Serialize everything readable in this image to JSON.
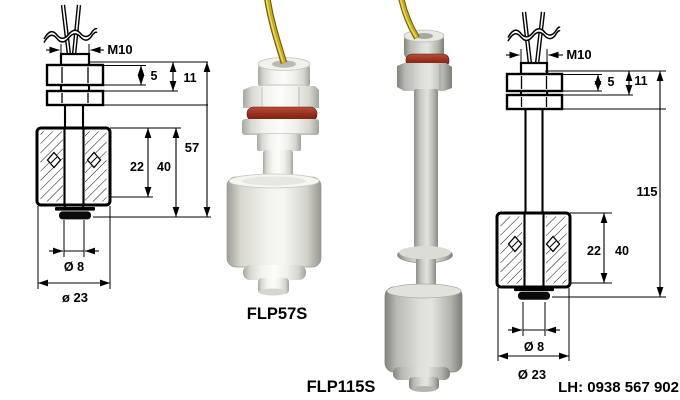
{
  "page": {
    "background": "#ffffff",
    "description": "Float level switch product sheet: dimensional drawings and photos"
  },
  "products": [
    {
      "model": "FLP57S",
      "drawing": {
        "thread": "M10",
        "nut_height_mm": "5",
        "nut_stack_mm": "11",
        "switch_level_mm": "22",
        "float_height_mm": "40",
        "overall_length_mm": "57",
        "stem_diameter": "Ø 8",
        "float_diameter": "ø 23"
      }
    },
    {
      "model": "FLP115S",
      "drawing": {
        "thread": "M10",
        "nut_height_mm": "5",
        "nut_stack_mm": "11",
        "switch_level_mm": "22",
        "float_height_mm": "40",
        "overall_length_mm": "115",
        "stem_diameter": "Ø 8",
        "float_diameter": "Ø 23"
      }
    }
  ],
  "contact": {
    "phone": "LH: 0938 567 902"
  },
  "colors": {
    "drawing_line": "#000000",
    "wire_yellow": "#c7aa1d",
    "oring_red": "#962f1d",
    "plastic_white": "#f4f4f0",
    "plastic_gray": "#cfcfca"
  }
}
